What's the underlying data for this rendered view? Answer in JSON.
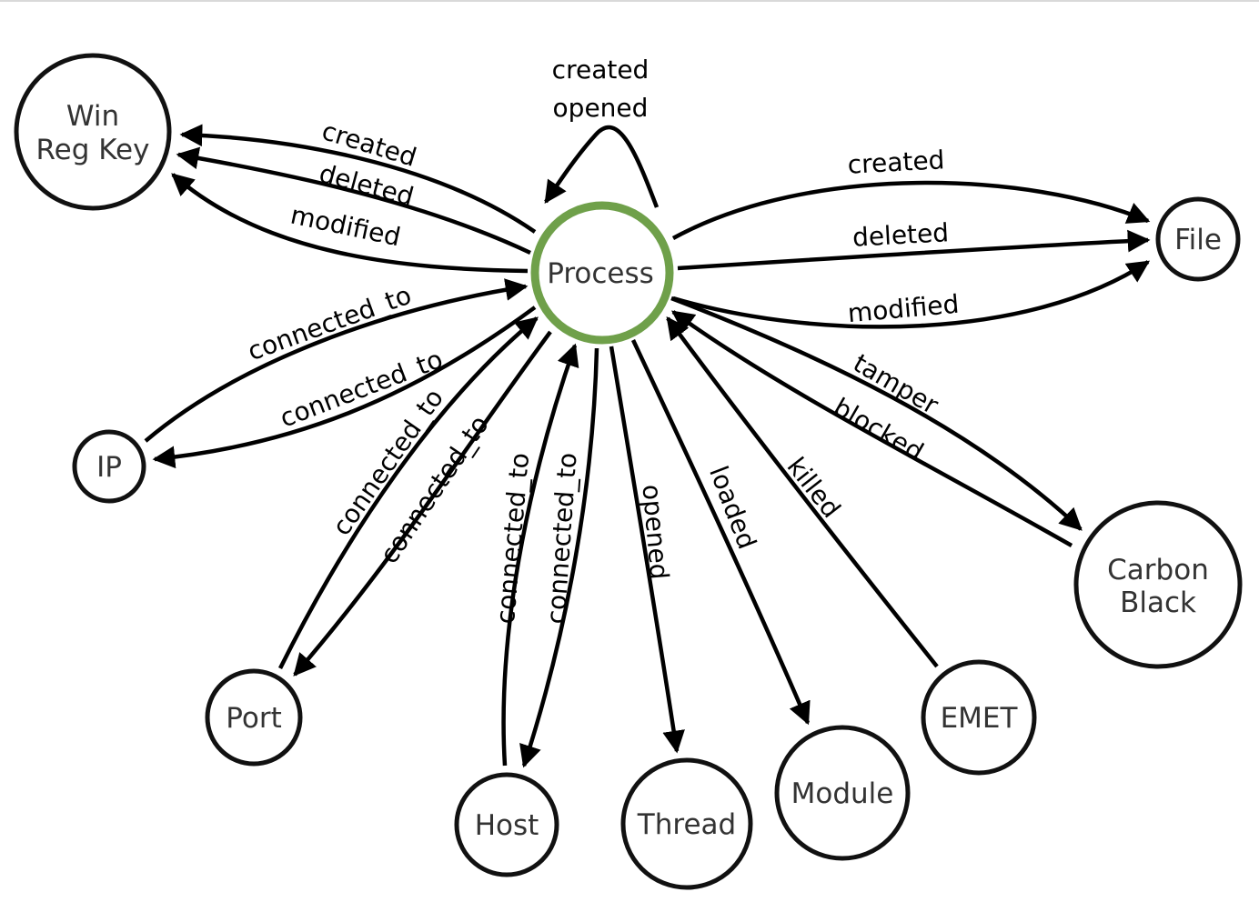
{
  "nodes": {
    "process": {
      "label": "Process"
    },
    "winregkey": {
      "label_line1": "Win",
      "label_line2": "Reg Key"
    },
    "file": {
      "label": "File"
    },
    "ip": {
      "label": "IP"
    },
    "port": {
      "label": "Port"
    },
    "host": {
      "label": "Host"
    },
    "thread": {
      "label": "Thread"
    },
    "module": {
      "label": "Module"
    },
    "emet": {
      "label": "EMET"
    },
    "carbonblack": {
      "label_line1": "Carbon",
      "label_line2": "Black"
    }
  },
  "edges": {
    "self_created": "created",
    "self_opened": "opened",
    "reg_created": "created",
    "reg_deleted": "deleted",
    "reg_modified": "modified",
    "file_created": "created",
    "file_deleted": "deleted",
    "file_modified": "modified",
    "ip_to_process": "connected_to",
    "process_to_ip": "connected_to",
    "port_to_process": "connected_to",
    "process_to_port": "connected_to",
    "host_to_process": "connected_to",
    "process_to_host": "connected_to",
    "thread_opened": "opened",
    "module_loaded": "loaded",
    "emet_killed": "killed",
    "cb_tamper": "tamper",
    "cb_blocked": "blocked"
  },
  "colors": {
    "central_ring": "#6fa04a",
    "node_outline": "#111111",
    "edge": "#000000"
  }
}
